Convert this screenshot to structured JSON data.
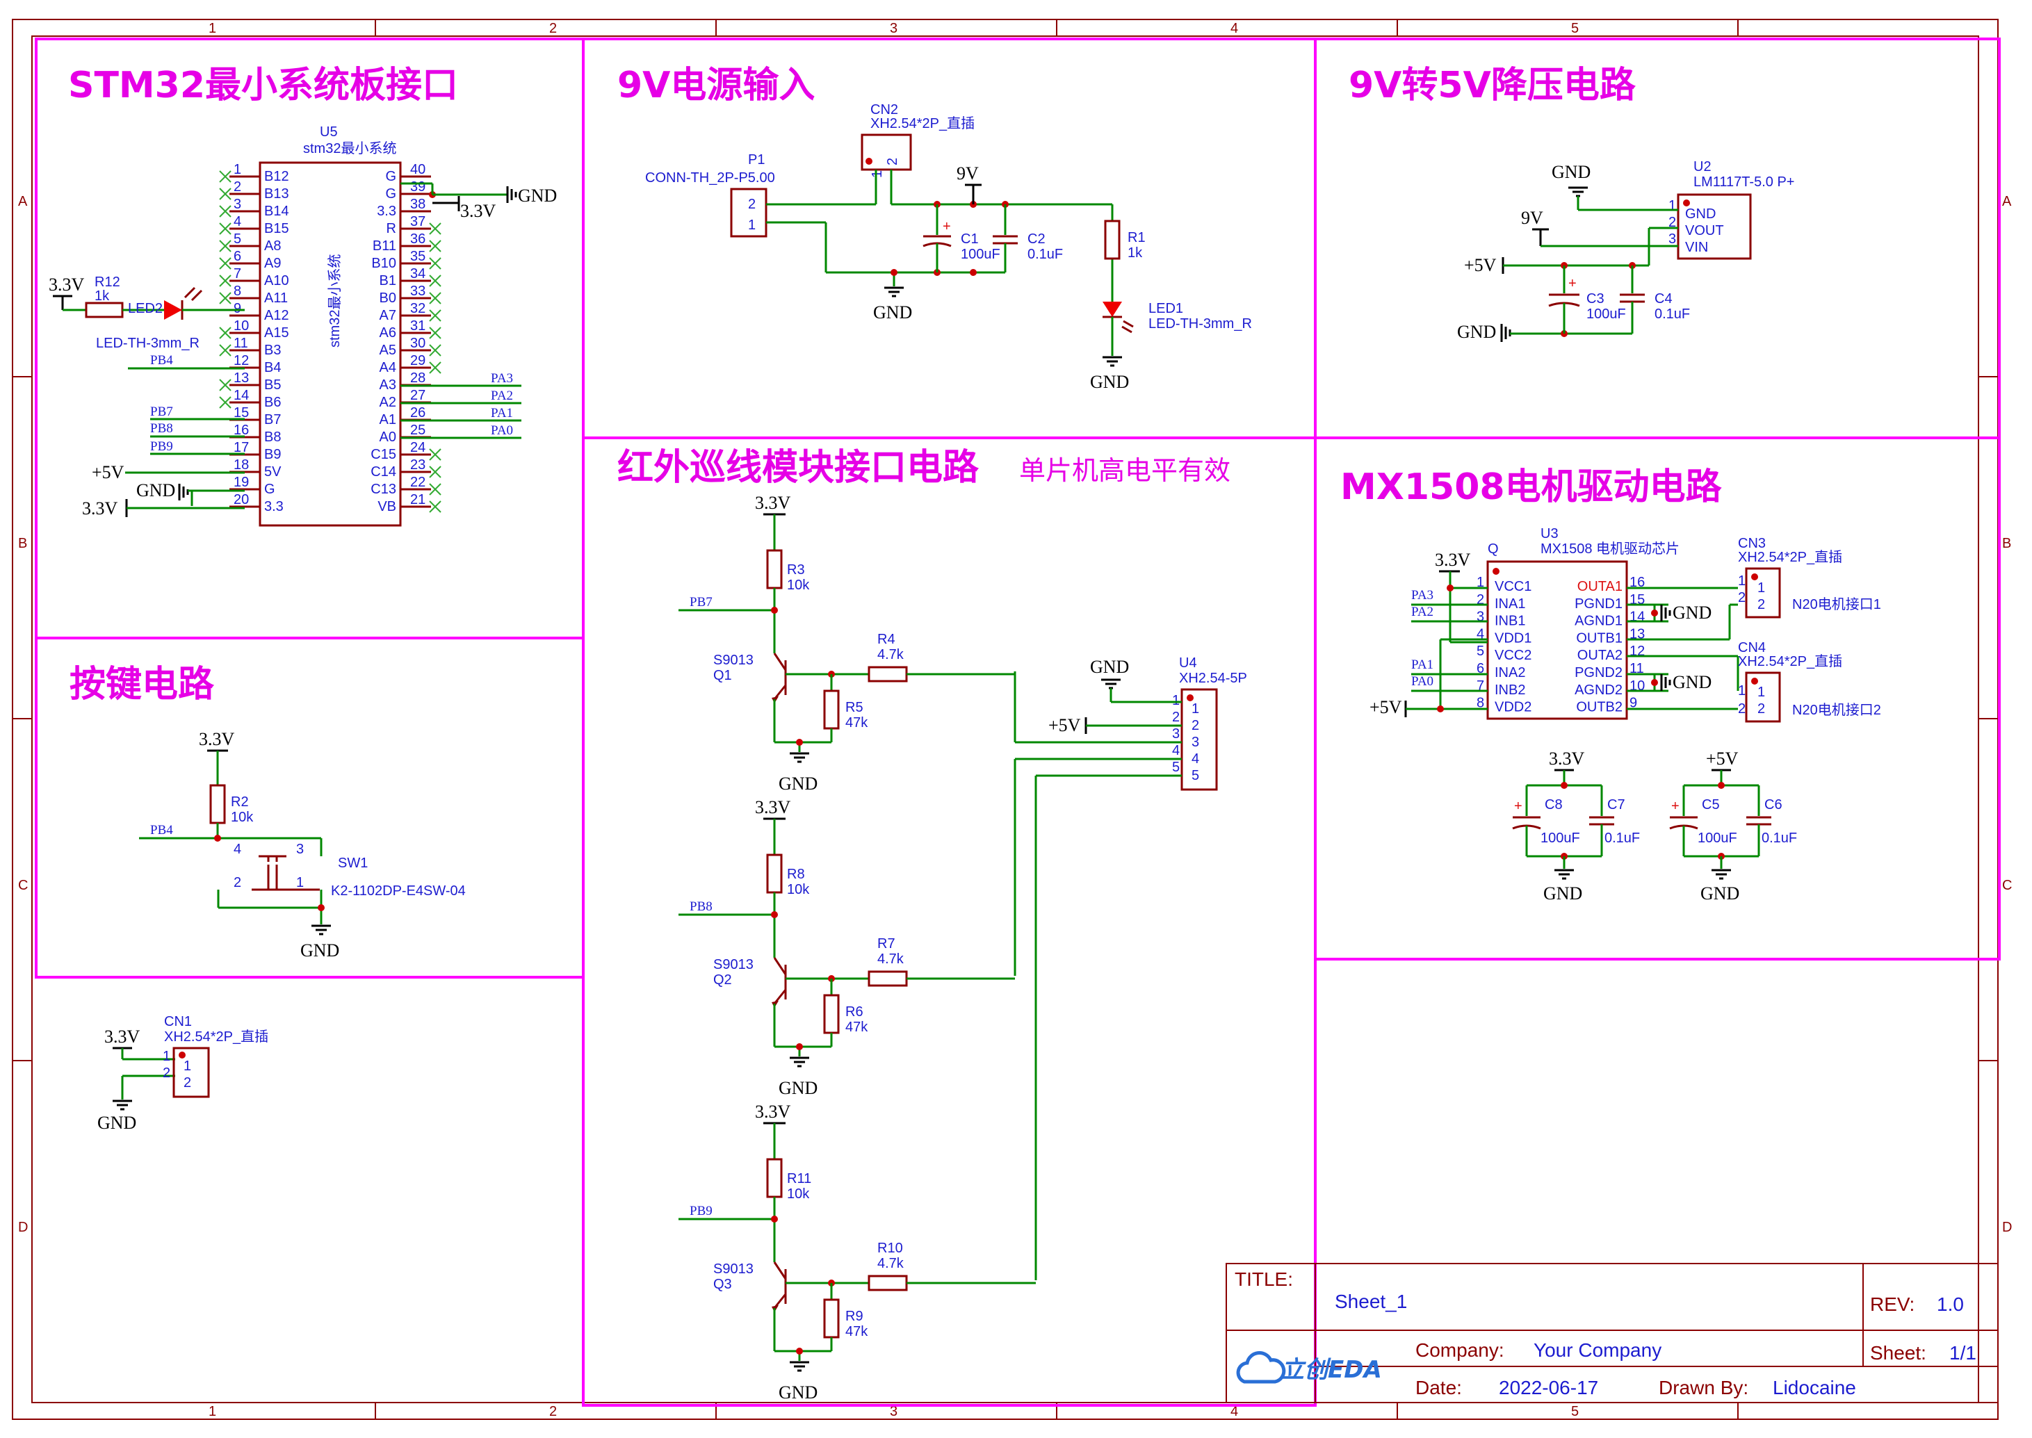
{
  "grid_cols": [
    "1",
    "2",
    "3",
    "4",
    "5"
  ],
  "grid_rows": [
    "A",
    "B",
    "C",
    "D"
  ],
  "sections": {
    "stm32": "STM32最小系统板接口",
    "power": "9V电源输入",
    "buck": "9V转5V降压电路",
    "ir": "红外巡线模块接口电路",
    "ir_note": "单片机高电平有效",
    "motor": "MX1508电机驱动电路",
    "key": "按键电路"
  },
  "u5": {
    "ref": "U5",
    "name": "stm32最小系统",
    "body": "stm32最小系统",
    "left_nums": [
      "1",
      "2",
      "3",
      "4",
      "5",
      "6",
      "7",
      "8",
      "9",
      "10",
      "11",
      "12",
      "13",
      "14",
      "15",
      "16",
      "17",
      "18",
      "19",
      "20"
    ],
    "left_names": [
      "B12",
      "B13",
      "B14",
      "B15",
      "A8",
      "A9",
      "A10",
      "A11",
      "A12",
      "A15",
      "B3",
      "B4",
      "B5",
      "B6",
      "B7",
      "B8",
      "B9",
      "5V",
      "G",
      "3.3"
    ],
    "right_nums": [
      "40",
      "39",
      "38",
      "37",
      "36",
      "35",
      "34",
      "33",
      "32",
      "31",
      "30",
      "29",
      "28",
      "27",
      "26",
      "25",
      "24",
      "23",
      "22",
      "21"
    ],
    "right_names": [
      "G",
      "G",
      "3.3",
      "R",
      "B11",
      "B10",
      "B1",
      "B0",
      "A7",
      "A6",
      "A5",
      "A4",
      "A3",
      "A2",
      "A1",
      "A0",
      "C15",
      "C14",
      "C13",
      "VB"
    ]
  },
  "nets": {
    "v33": "3.3V",
    "gnd": "GND",
    "v5": "+5V",
    "v9": "9V",
    "pb4": "PB4",
    "pb7": "PB7",
    "pb8": "PB8",
    "pb9": "PB9",
    "pa3": "PA3",
    "pa2": "PA2",
    "pa1": "PA1",
    "pa0": "PA0"
  },
  "parts": {
    "r12": {
      "ref": "R12",
      "val": "1k"
    },
    "led2": {
      "ref": "LED2",
      "val": "LED-TH-3mm_R"
    },
    "p1": {
      "ref": "P1",
      "val": "CONN-TH_2P-P5.00",
      "pins": [
        "2",
        "1"
      ]
    },
    "cn2": {
      "ref": "CN2",
      "val": "XH2.54*2P_直插",
      "pins": [
        "1",
        "2"
      ]
    },
    "c1": {
      "ref": "C1",
      "val": "100uF"
    },
    "c2": {
      "ref": "C2",
      "val": "0.1uF"
    },
    "r1": {
      "ref": "R1",
      "val": "1k"
    },
    "led1": {
      "ref": "LED1",
      "val": "LED-TH-3mm_R"
    },
    "u2": {
      "ref": "U2",
      "val": "LM1117T-5.0 P+",
      "pins": [
        "1",
        "2",
        "3"
      ],
      "pin_names": [
        "GND",
        "VOUT",
        "VIN"
      ]
    },
    "c3": {
      "ref": "C3",
      "val": "100uF"
    },
    "c4": {
      "ref": "C4",
      "val": "0.1uF"
    },
    "r3": {
      "ref": "R3",
      "val": "10k"
    },
    "r4": {
      "ref": "R4",
      "val": "4.7k"
    },
    "r5": {
      "ref": "R5",
      "val": "47k"
    },
    "q1": {
      "ref": "Q1",
      "val": "S9013"
    },
    "r8": {
      "ref": "R8",
      "val": "10k"
    },
    "r7": {
      "ref": "R7",
      "val": "4.7k"
    },
    "r6": {
      "ref": "R6",
      "val": "47k"
    },
    "q2": {
      "ref": "Q2",
      "val": "S9013"
    },
    "r11": {
      "ref": "R11",
      "val": "10k"
    },
    "r10": {
      "ref": "R10",
      "val": "4.7k"
    },
    "r9": {
      "ref": "R9",
      "val": "47k"
    },
    "q3": {
      "ref": "Q3",
      "val": "S9013"
    },
    "u4": {
      "ref": "U4",
      "val": "XH2.54-5P",
      "pins": [
        "1",
        "2",
        "3",
        "4",
        "5"
      ]
    },
    "u3": {
      "ref": "U3",
      "val": "MX1508 电机驱动芯片",
      "q": "Q",
      "left_nums": [
        "1",
        "2",
        "3",
        "4",
        "5",
        "6",
        "7",
        "8"
      ],
      "left_names": [
        "VCC1",
        "INA1",
        "INB1",
        "VDD1",
        "VCC2",
        "INA2",
        "INB2",
        "VDD2"
      ],
      "right_nums": [
        "16",
        "15",
        "14",
        "13",
        "12",
        "11",
        "10",
        "9"
      ],
      "right_names": [
        "OUTA1",
        "PGND1",
        "AGND1",
        "OUTB1",
        "OUTA2",
        "PGND2",
        "AGND2",
        "OUTB2"
      ]
    },
    "cn3": {
      "ref": "CN3",
      "val": "XH2.54*2P_直插",
      "label": "N20电机接口1"
    },
    "cn4": {
      "ref": "CN4",
      "val": "XH2.54*2P_直插",
      "label": "N20电机接口2"
    },
    "c8": {
      "ref": "C8",
      "val": "100uF"
    },
    "c7": {
      "ref": "C7",
      "val": "0.1uF"
    },
    "c5": {
      "ref": "C5",
      "val": "100uF"
    },
    "c6": {
      "ref": "C6",
      "val": "0.1uF"
    },
    "r2": {
      "ref": "R2",
      "val": "10k"
    },
    "sw1": {
      "ref": "SW1",
      "val": "K2-1102DP-E4SW-04",
      "pins": [
        "4",
        "3",
        "2",
        "1"
      ]
    },
    "cn1": {
      "ref": "CN1",
      "val": "XH2.54*2P_直插",
      "pins": [
        "1",
        "2"
      ]
    }
  },
  "title_block": {
    "title_label": "TITLE:",
    "title": "Sheet_1",
    "rev_label": "REV:",
    "rev": "1.0",
    "company_label": "Company:",
    "company": "Your Company",
    "sheet_label": "Sheet:",
    "sheet": "1/1",
    "date_label": "Date:",
    "date": "2022-06-17",
    "drawn_label": "Drawn By:",
    "drawn": "Lidocaine",
    "logo": "立创EDA"
  },
  "colors": {
    "frame": "#8b0000",
    "wire": "#008800",
    "section": "#ff00ff",
    "label": "#1c1ccf",
    "junction": "#cc0000"
  }
}
